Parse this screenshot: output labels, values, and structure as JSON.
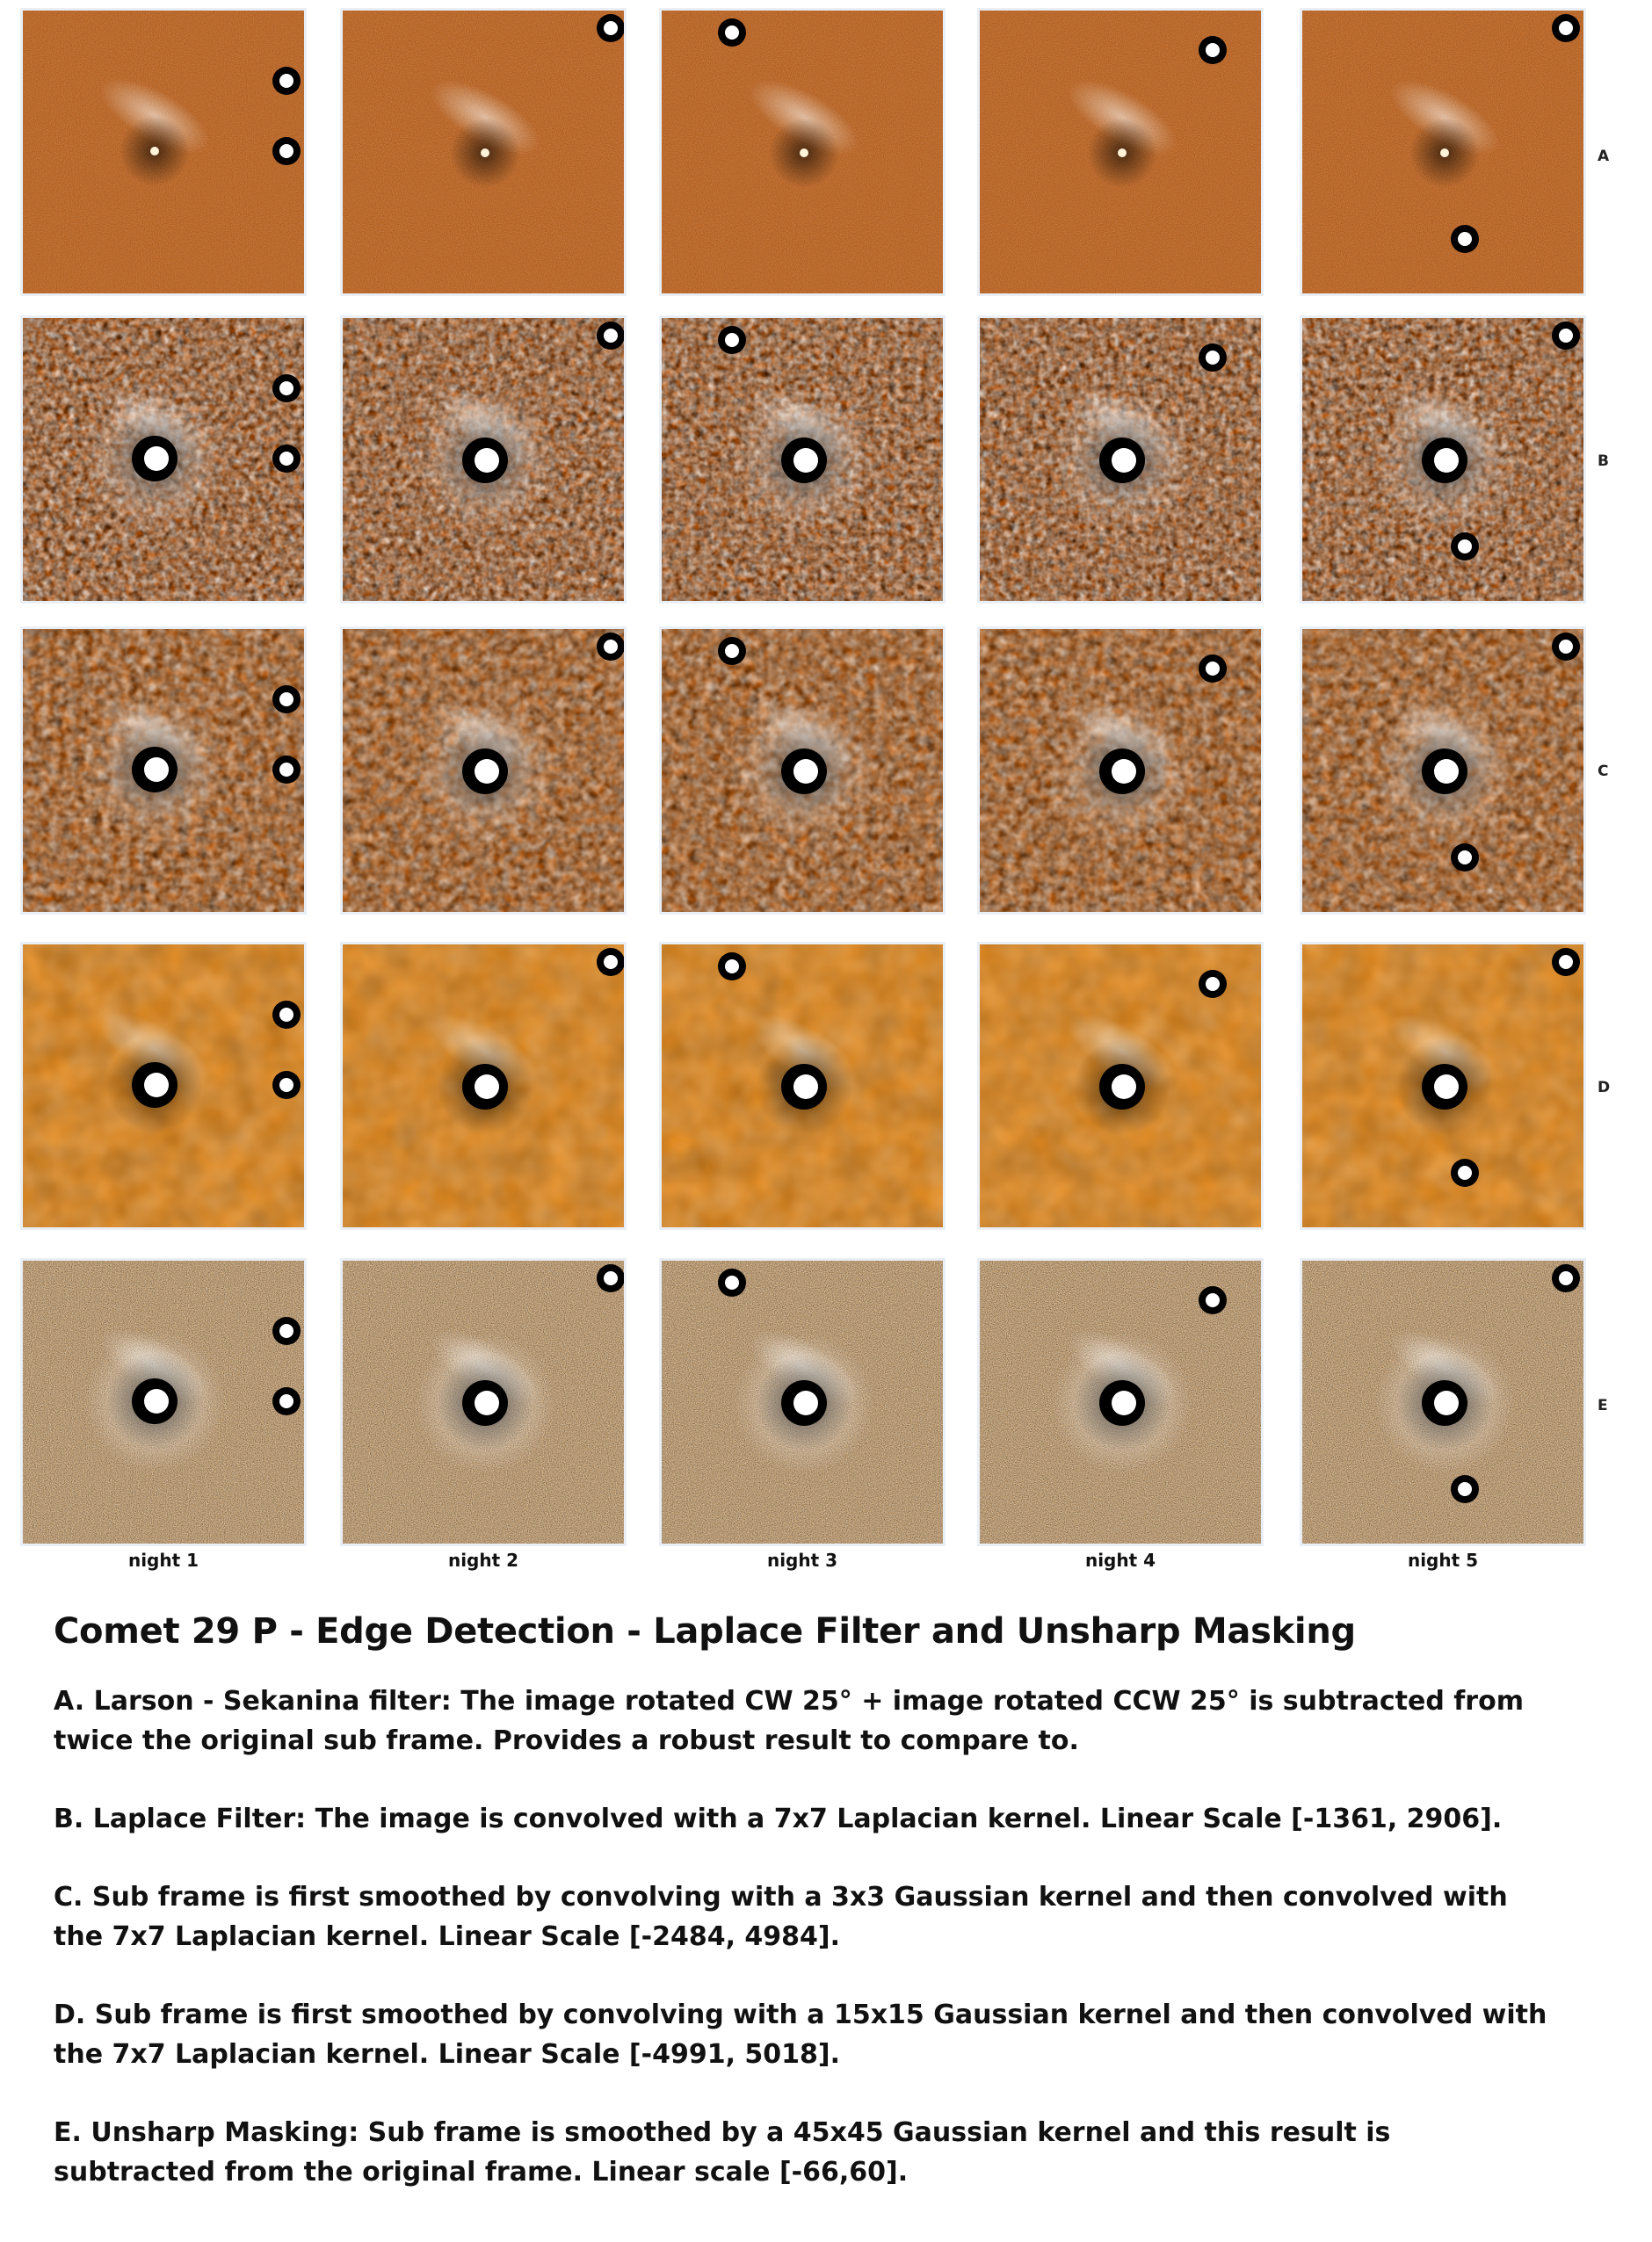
{
  "rows": [
    {
      "label": "A",
      "style": "larson"
    },
    {
      "label": "B",
      "style": "laplace"
    },
    {
      "label": "C",
      "style": "smooth3"
    },
    {
      "label": "D",
      "style": "smooth15"
    },
    {
      "label": "E",
      "style": "unsharp"
    }
  ],
  "columns": [
    "night 1",
    "night 2",
    "night 3",
    "night 4",
    "night 5"
  ],
  "title": "Comet 29 P - Edge Detection - Laplace Filter and Unsharp Masking",
  "descriptions": [
    "A. Larson - Sekanina filter: The image rotated CW 25° + image rotated CCW 25° is subtracted from twice the original sub frame. Provides a robust result to compare to.",
    "B. Laplace Filter: The image is convolved with a 7x7 Laplacian kernel. Linear Scale [-1361, 2906].",
    "C. Sub frame is first smoothed by convolving with a 3x3 Gaussian kernel and then convolved with the 7x7 Laplacian kernel. Linear Scale [-2484, 4984].",
    "D. Sub frame is first smoothed by convolving with a 15x15 Gaussian kernel and then convolved with the 7x7 Laplacian kernel. Linear Scale [-4991, 5018].",
    "E. Unsharp Masking: Sub frame is smoothed by a 45x45 Gaussian kernel and this result is subtracted from the original frame. Linear scale [-66,60]."
  ],
  "colors": {
    "larson": "#c8651a",
    "laplace": "#b24f06",
    "smooth3": "#b85a0e",
    "smooth15": "#e08a22",
    "unsharp": "#dda055"
  }
}
